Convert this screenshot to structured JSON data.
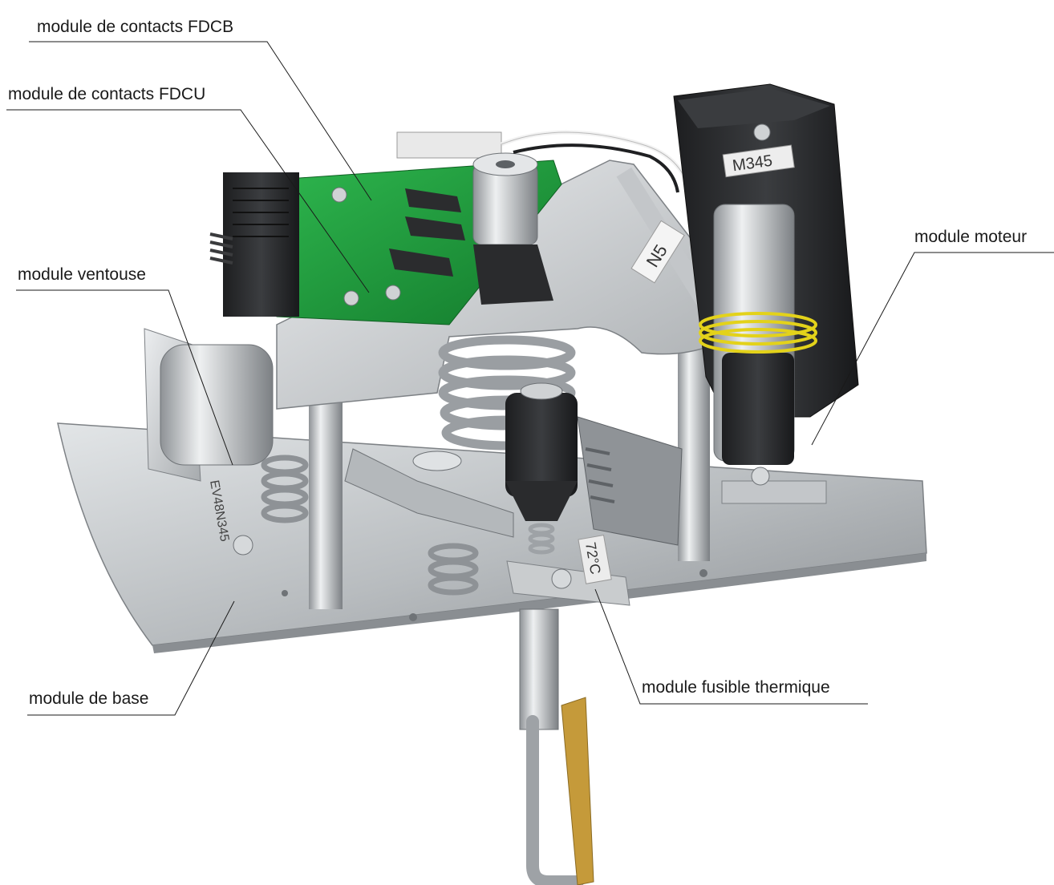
{
  "callouts": {
    "fdcb": "module de contacts FDCB",
    "fdcu": "module de contacts FDCU",
    "ventouse": "module ventouse",
    "moteur": "module moteur",
    "base": "module de base",
    "fusible": "module fusible thermique"
  },
  "part_markings": {
    "motor_label": "M345",
    "plate_label": "N5",
    "fuse_label": "72°C",
    "magnet_label": "EV48N345"
  },
  "colors": {
    "metal_light": "#d9dcde",
    "metal_mid": "#a9adb0",
    "metal_dark": "#6f7377",
    "pcb_green": "#1f9a3c",
    "housing_black": "#2a2b2d",
    "coil_yellow": "#e3d21a",
    "text": "#1a1a1a"
  }
}
